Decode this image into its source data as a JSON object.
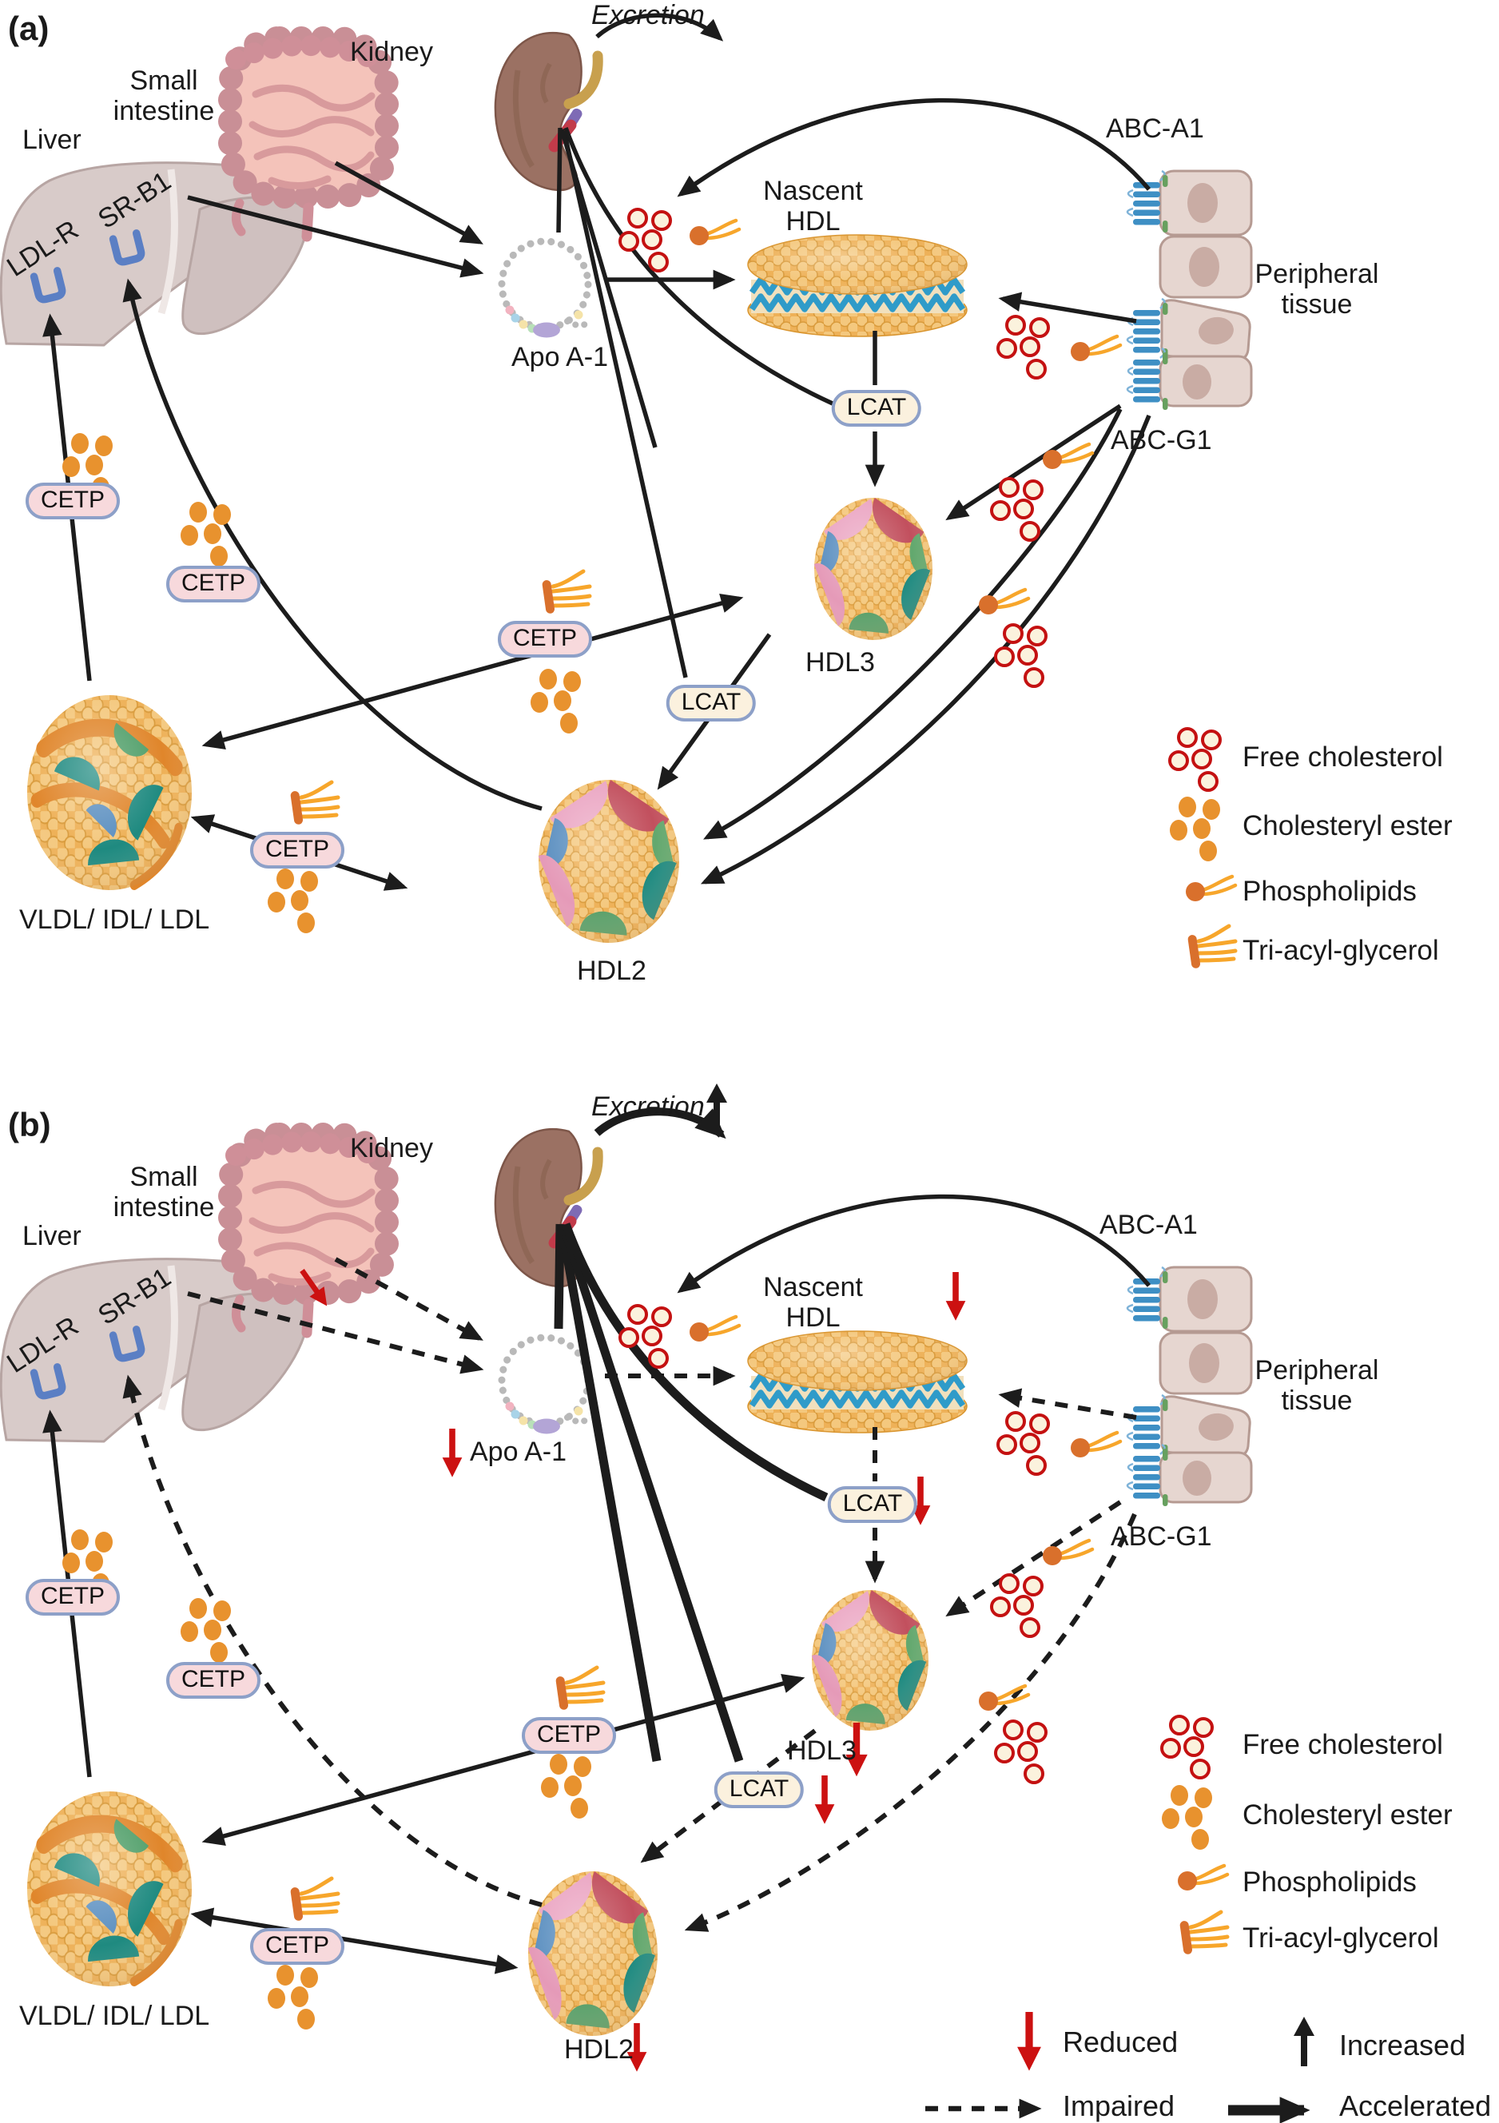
{
  "figure": {
    "panel_a_tag": "(a)",
    "panel_b_tag": "(b)"
  },
  "labels": {
    "liver": "Liver",
    "ldl_r": "LDL-R",
    "sr_b1": "SR-B1",
    "small_intestine": "Small intestine",
    "kidney": "Kidney",
    "excretion": "Excretion",
    "apo_a1": "Apo A-1",
    "nascent_hdl": "Nascent HDL",
    "abc_a1": "ABC-A1",
    "abc_g1": "ABC-G1",
    "peripheral_tissue": "Peripheral tissue",
    "lcat": "LCAT",
    "cetp": "CETP",
    "hdl3": "HDL3",
    "hdl2": "HDL2",
    "vldl_idl_ldl": "VLDL/ IDL/ LDL"
  },
  "legend": {
    "free_cholesterol": "Free cholesterol",
    "cholesteryl_ester": "Cholesteryl ester",
    "phospholipids": "Phospholipids",
    "tri_acyl_glycerol": "Tri-acyl-glycerol"
  },
  "status_legend": {
    "reduced": "Reduced",
    "increased": "Increased",
    "impaired": "Impaired",
    "accelerated": "Accelerated"
  },
  "colors": {
    "line": "#1c1c1c",
    "reduced_arrow": "#cc1111",
    "cetp_pill": "#f7d9dc",
    "lcat_pill": "#fbf1de",
    "pill_border": "#8da0c8",
    "free_cholesterol_ring": "#c41111",
    "cholesteryl_ester": "#e8922e",
    "phospholipid_head": "#d9702c",
    "lipid_tail": "#f7a62b",
    "hdl_particle": "#f0bd68",
    "membrane_blue": "#2f9bc9"
  }
}
